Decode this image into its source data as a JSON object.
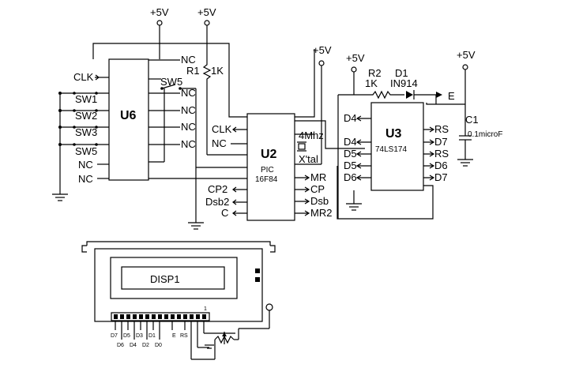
{
  "supply_label": "+5V",
  "u6": {
    "name": "U6"
  },
  "u2": {
    "name": "U2",
    "line1": "PIC",
    "line2": "16F84"
  },
  "u3": {
    "name": "U3",
    "part": "74LS174"
  },
  "r1": {
    "name": "R1",
    "value": "1K"
  },
  "r2": {
    "name": "R2",
    "value": "1K"
  },
  "d1": {
    "name": "D1",
    "part": "IN914"
  },
  "c1": {
    "name": "C1",
    "value": "0.1microF"
  },
  "crystal": {
    "freq": "4Mhz",
    "label": "X'tal"
  },
  "u6_left_labels": [
    "CLK",
    "SW1",
    "SW2",
    "SW3",
    "SW5",
    "NC",
    "NC"
  ],
  "u6_right_nc": [
    "NC",
    "NC",
    "NC",
    "NC",
    "NC"
  ],
  "sw5_label": "SW5",
  "u2_left_labels": [
    "CLK",
    "NC",
    "CP2",
    "Dsb2",
    "C"
  ],
  "u2_right_labels": [
    "MR",
    "CP",
    "Dsb",
    "MR2"
  ],
  "u3_left_labels": [
    "D4",
    "D4",
    "D5",
    "D5",
    "D6"
  ],
  "u3_right_labels": [
    "RS",
    "D7",
    "RS",
    "D6",
    "D7"
  ],
  "e_label": "E",
  "display": {
    "name": "DISP1",
    "pin_one": "1",
    "pins_top": [
      "D7",
      "D5",
      "D3",
      "D1",
      "E"
    ],
    "pins_bottom": [
      "D6",
      "D4",
      "D2",
      "D0"
    ],
    "rs_label": "RS"
  }
}
